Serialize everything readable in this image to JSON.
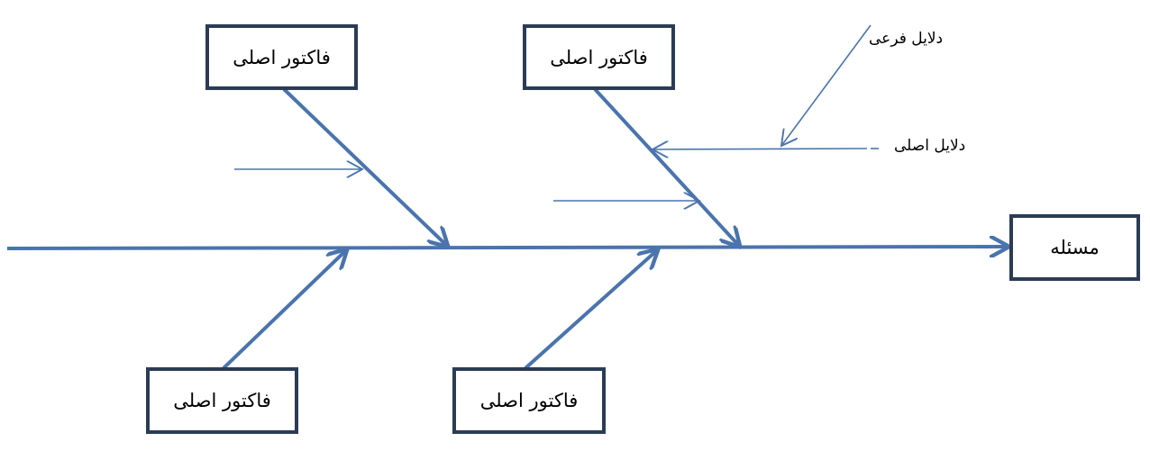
{
  "diagram": {
    "type": "fishbone",
    "problem_label": "مسئله",
    "factors": [
      {
        "label": "فاکتور اصلی"
      },
      {
        "label": "فاکتور اصلی"
      },
      {
        "label": "فاکتور اصلی"
      },
      {
        "label": "فاکتور اصلی"
      }
    ],
    "annotations": {
      "sub_cause": "دلایل فرعی",
      "main_cause": "دلایل اصلی"
    },
    "colors": {
      "line": "#4a74ad",
      "box_border": "#2b3c55"
    }
  }
}
